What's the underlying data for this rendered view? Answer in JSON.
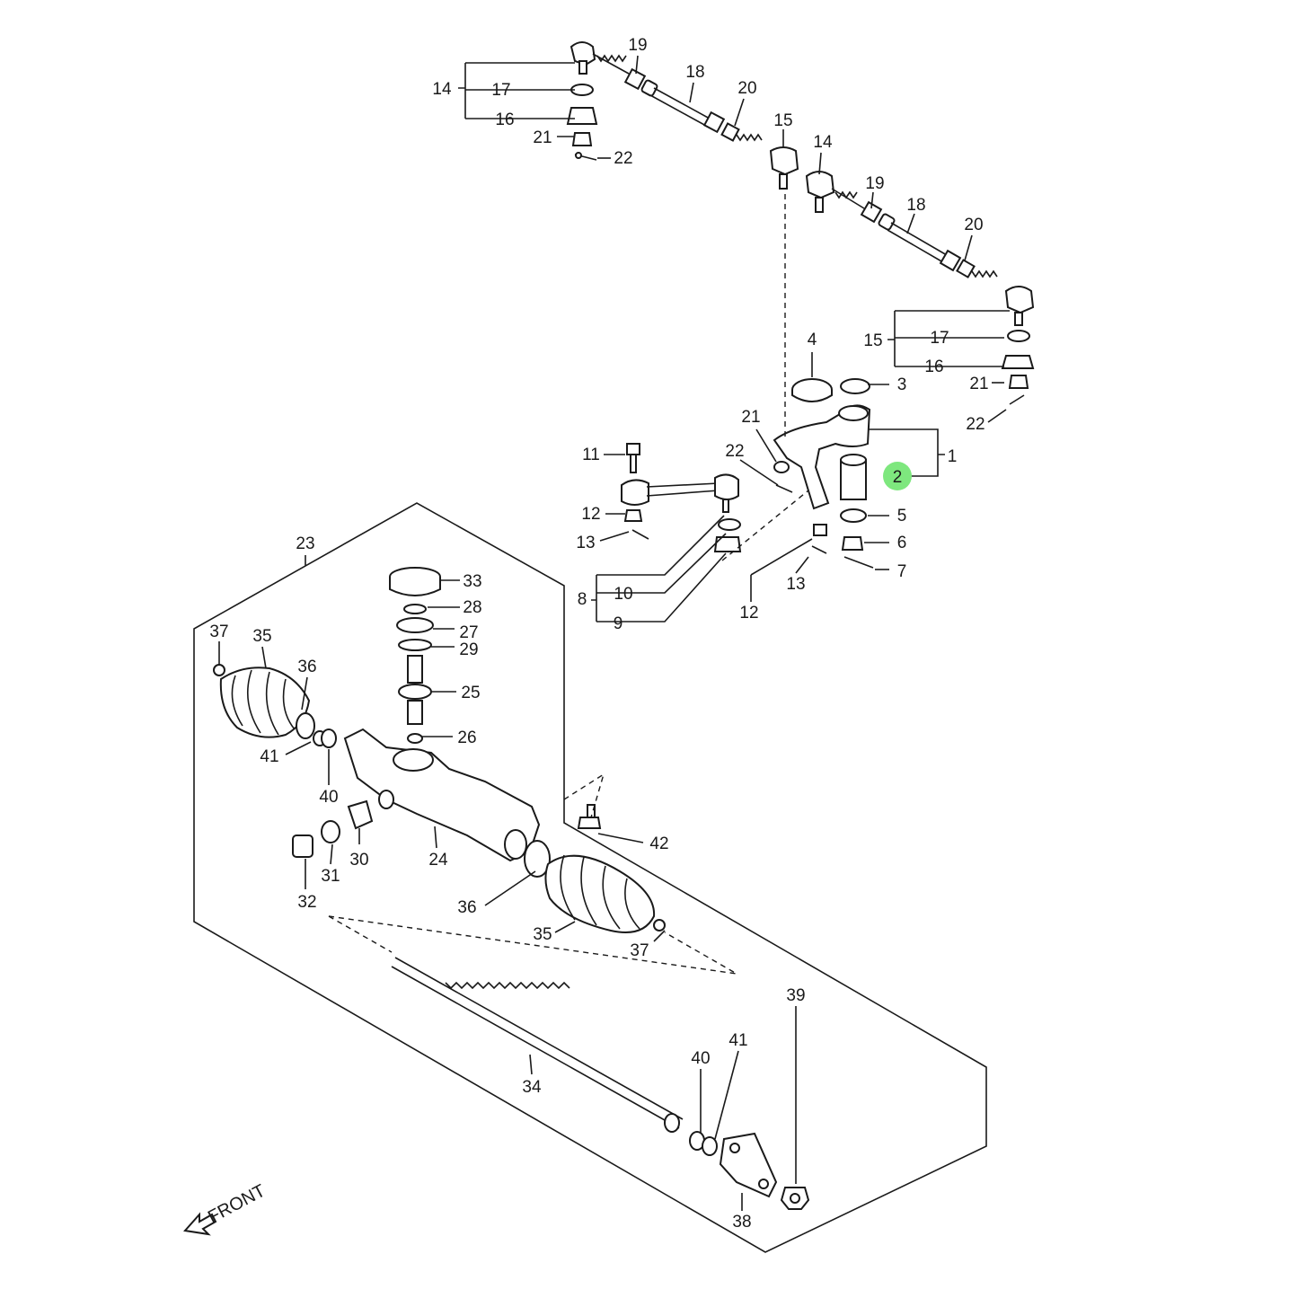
{
  "highlight_color": "#7ee77e",
  "ink_color": "#1a1a1a",
  "front_label": "FRONT",
  "callouts": [
    {
      "id": "c1",
      "text": "1"
    },
    {
      "id": "c2",
      "text": "2",
      "highlighted": true
    },
    {
      "id": "c3",
      "text": "3"
    },
    {
      "id": "c4",
      "text": "4"
    },
    {
      "id": "c5",
      "text": "5"
    },
    {
      "id": "c6",
      "text": "6"
    },
    {
      "id": "c7",
      "text": "7"
    },
    {
      "id": "c8",
      "text": "8"
    },
    {
      "id": "c9",
      "text": "9"
    },
    {
      "id": "c10",
      "text": "10"
    },
    {
      "id": "c11",
      "text": "11"
    },
    {
      "id": "c12a",
      "text": "12"
    },
    {
      "id": "c12b",
      "text": "12"
    },
    {
      "id": "c13a",
      "text": "13"
    },
    {
      "id": "c13b",
      "text": "13"
    },
    {
      "id": "c14a",
      "text": "14"
    },
    {
      "id": "c14b",
      "text": "14"
    },
    {
      "id": "c15a",
      "text": "15"
    },
    {
      "id": "c15b",
      "text": "15"
    },
    {
      "id": "c16a",
      "text": "16"
    },
    {
      "id": "c16b",
      "text": "16"
    },
    {
      "id": "c17a",
      "text": "17"
    },
    {
      "id": "c17b",
      "text": "17"
    },
    {
      "id": "c18a",
      "text": "18"
    },
    {
      "id": "c18b",
      "text": "18"
    },
    {
      "id": "c19a",
      "text": "19"
    },
    {
      "id": "c19b",
      "text": "19"
    },
    {
      "id": "c20a",
      "text": "20"
    },
    {
      "id": "c20b",
      "text": "20"
    },
    {
      "id": "c21a",
      "text": "21"
    },
    {
      "id": "c21b",
      "text": "21"
    },
    {
      "id": "c21c",
      "text": "21"
    },
    {
      "id": "c22a",
      "text": "22"
    },
    {
      "id": "c22b",
      "text": "22"
    },
    {
      "id": "c22c",
      "text": "22"
    },
    {
      "id": "c23",
      "text": "23"
    },
    {
      "id": "c24",
      "text": "24"
    },
    {
      "id": "c25",
      "text": "25"
    },
    {
      "id": "c26",
      "text": "26"
    },
    {
      "id": "c27",
      "text": "27"
    },
    {
      "id": "c28",
      "text": "28"
    },
    {
      "id": "c29",
      "text": "29"
    },
    {
      "id": "c30",
      "text": "30"
    },
    {
      "id": "c31",
      "text": "31"
    },
    {
      "id": "c32",
      "text": "32"
    },
    {
      "id": "c33",
      "text": "33"
    },
    {
      "id": "c34",
      "text": "34"
    },
    {
      "id": "c35a",
      "text": "35"
    },
    {
      "id": "c35b",
      "text": "35"
    },
    {
      "id": "c36a",
      "text": "36"
    },
    {
      "id": "c36b",
      "text": "36"
    },
    {
      "id": "c37a",
      "text": "37"
    },
    {
      "id": "c37b",
      "text": "37"
    },
    {
      "id": "c38",
      "text": "38"
    },
    {
      "id": "c39",
      "text": "39"
    },
    {
      "id": "c40a",
      "text": "40"
    },
    {
      "id": "c40b",
      "text": "40"
    },
    {
      "id": "c41a",
      "text": "41"
    },
    {
      "id": "c41b",
      "text": "41"
    },
    {
      "id": "c42",
      "text": "42"
    }
  ]
}
